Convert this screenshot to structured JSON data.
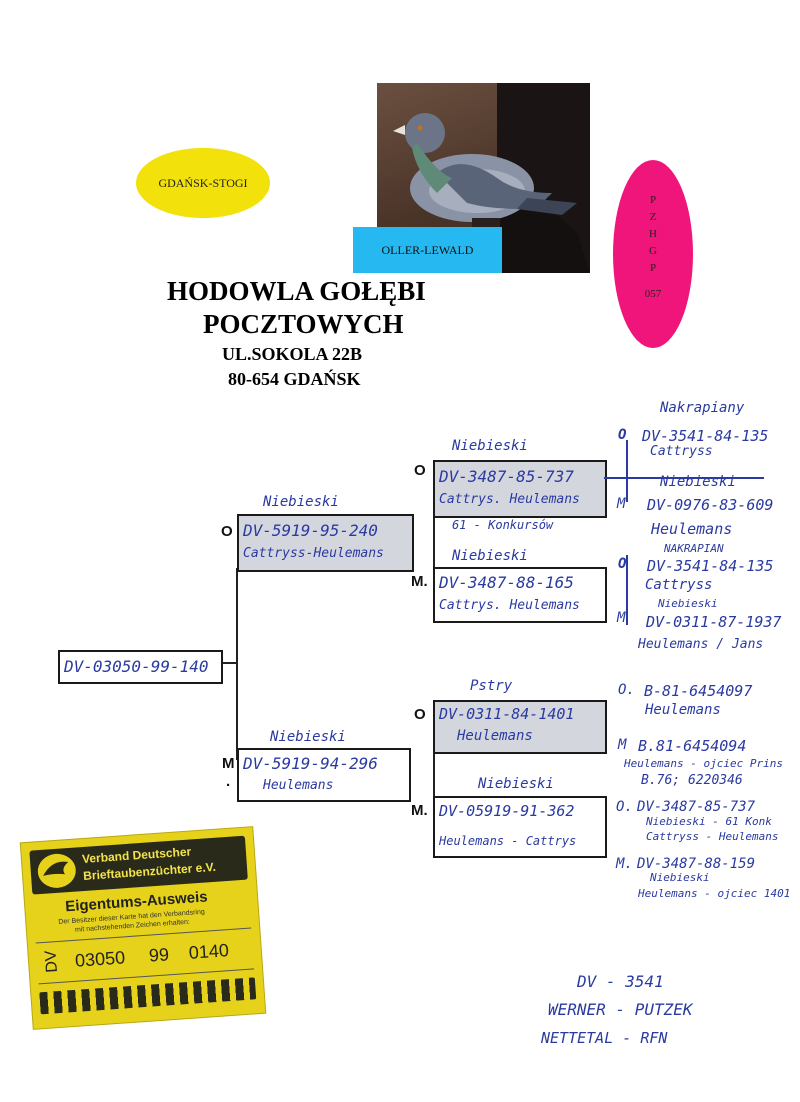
{
  "header": {
    "location_badge": "GDAŃSK-STOGI",
    "owner_badge": "OLLER-LEWALD",
    "club_letters": [
      "P",
      "Z",
      "H",
      "G",
      "P"
    ],
    "club_number": "057",
    "title_line1": "HODOWLA GOŁĘBI",
    "title_line2": "POCZTOWYCH",
    "address_line1": "UL.SOKOLA 22B",
    "address_line2": "80-654 GDAŃSK"
  },
  "pedigree": {
    "subject_ring": "DV-03050-99-140",
    "sire": {
      "sex": "O",
      "color": "Niebieski",
      "ring": "DV-5919-95-240",
      "breed": "Cattryss-Heulemans"
    },
    "dam": {
      "sex_line1": "M",
      "sex_line2": ".",
      "color": "Niebieski",
      "ring": "DV-5919-94-296",
      "breed": "Heulemans"
    },
    "sire_sire": {
      "sex": "O",
      "color": "Niebieski",
      "ring": "DV-3487-85-737",
      "breed": "Cattrys. Heulemans",
      "note": "61 - Konkursów"
    },
    "sire_dam": {
      "sex": "M.",
      "color": "Niebieski",
      "ring": "DV-3487-88-165",
      "breed": "Cattrys. Heulemans"
    },
    "dam_sire": {
      "sex": "O",
      "color": "Pstry",
      "ring": "DV-0311-84-1401",
      "breed": "Heulemans"
    },
    "dam_dam": {
      "sex": "M.",
      "color": "Niebieski",
      "ring": "DV-05919-91-362",
      "breed": "Heulemans - Cattrys"
    },
    "gen4": {
      "ss_sire_label": "Nakrapiany",
      "ss_sire_sex": "O",
      "ss_sire_ring": "DV-3541-84-135",
      "ss_sire_breed": "Cattryss",
      "ss_dam_color": "Niebieski",
      "ss_dam_sex": "M",
      "ss_dam_ring": "DV-0976-83-609",
      "ss_dam_breed": "Heulemans",
      "sd_sire_sex": "O",
      "sd_sire_label": "NAKRAPIAN",
      "sd_sire_ring": "DV-3541-84-135",
      "sd_sire_breed": "Cattryss",
      "sd_dam_sex": "M",
      "sd_dam_color": "Niebieski",
      "sd_dam_ring": "DV-0311-87-1937",
      "sd_dam_breed": "Heulemans / Jans",
      "ds_sire_sex": "O.",
      "ds_sire_ring": "B-81-6454097",
      "ds_sire_breed": "Heulemans",
      "ds_dam_sex": "M",
      "ds_dam_ring": "B.81-6454094",
      "ds_dam_note": "Heulemans - ojciec Prins",
      "ds_dam_ring2": "B.76; 6220346",
      "dd_sire_sex": "O.",
      "dd_sire_ring": "DV-3487-85-737",
      "dd_sire_note": "Niebieski - 61 Konk",
      "dd_sire_breed": "Cattryss - Heulemans",
      "dd_dam_sex": "M.",
      "dd_dam_ring": "DV-3487-88-159",
      "dd_dam_color": "Niebieski",
      "dd_dam_breed": "Heulemans - ojciec 1401"
    }
  },
  "card": {
    "org_line1": "Verband Deutscher",
    "org_line2": "Brieftaubenzüchter e.V.",
    "title": "Eigentums-Ausweis",
    "subtitle_line1": "Der Besitzer dieser Karte hat den Verbandsring",
    "subtitle_line2": "mit nachstehenden Zeichen erhalten:",
    "dv": "DV",
    "num1": "03050",
    "num2": "99",
    "num3": "0140"
  },
  "footer_note": {
    "line1": "DV - 3541",
    "line2": "WERNER - PUTZEK",
    "line3": "NETTETAL - RFN"
  },
  "colors": {
    "yellow_badge": "#f2e10a",
    "blue_badge": "#26b8f0",
    "pink_badge": "#f0157a",
    "card_yellow": "#e6d21a",
    "box_fill": "#d4d6de",
    "ink": "#2a3aa0"
  }
}
